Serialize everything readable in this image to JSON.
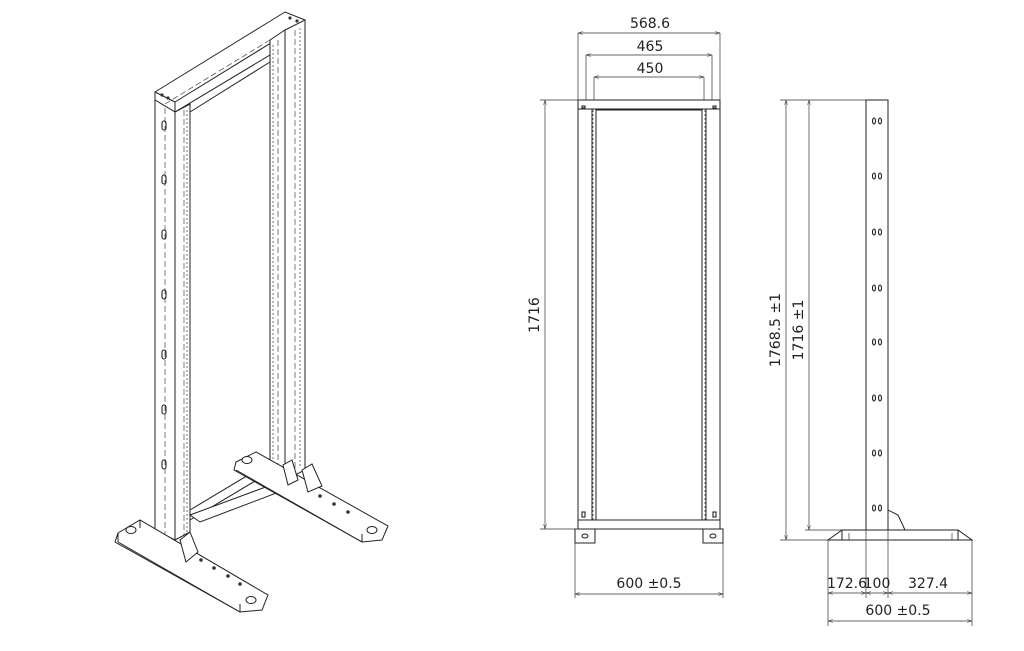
{
  "front_view": {
    "width_overall": "568.6",
    "width_mid": "465",
    "width_inner": "450",
    "height": "1716",
    "base_width": "600 ±0.5"
  },
  "side_view": {
    "height_overall": "1768.5 ±1",
    "height_frame": "1716 ±1",
    "base_left": "172.6",
    "base_post": "100",
    "base_right": "327.4",
    "base_width": "600 ±0.5"
  }
}
